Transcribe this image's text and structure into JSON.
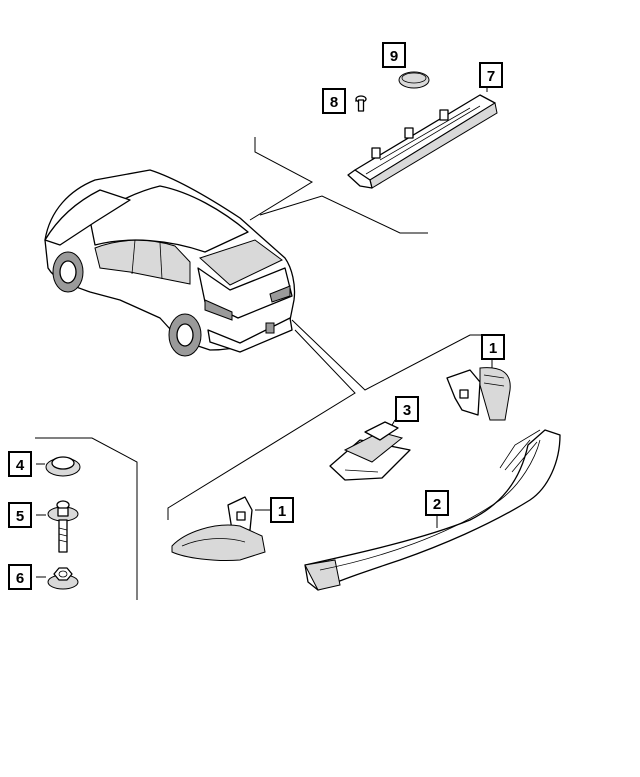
{
  "diagram": {
    "callouts": [
      {
        "id": "c9",
        "label": "9"
      },
      {
        "id": "c7",
        "label": "7"
      },
      {
        "id": "c8",
        "label": "8"
      },
      {
        "id": "c1a",
        "label": "1"
      },
      {
        "id": "c3",
        "label": "3"
      },
      {
        "id": "c4",
        "label": "4"
      },
      {
        "id": "c5",
        "label": "5"
      },
      {
        "id": "c6",
        "label": "6"
      },
      {
        "id": "c1b",
        "label": "1"
      },
      {
        "id": "c2",
        "label": "2"
      }
    ]
  }
}
